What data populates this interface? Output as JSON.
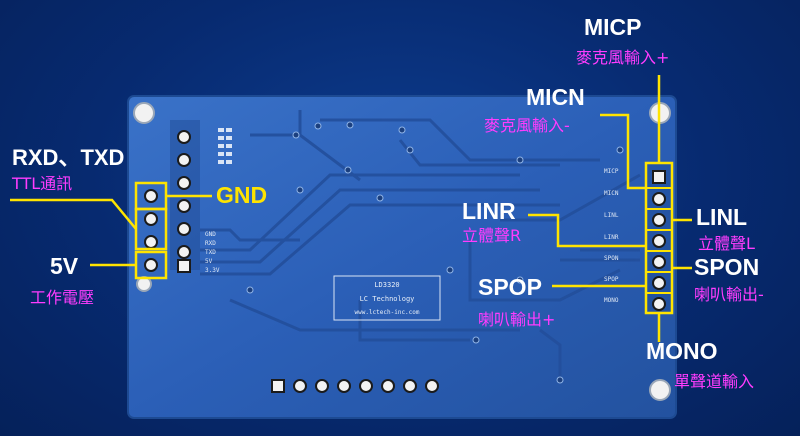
{
  "colors": {
    "background": "#072a70",
    "board": "#2b5fb7",
    "leader_line": "#ffe400",
    "label_primary": "#ffffff",
    "label_secondary": "#ff3cff"
  },
  "labels": {
    "micp": {
      "title": "MICP",
      "desc": "麥克風輸入+"
    },
    "micn": {
      "title": "MICN",
      "desc": "麥克風輸入-"
    },
    "rxd_txd": {
      "title": "RXD、TXD",
      "desc": "TTL通訊"
    },
    "gnd": {
      "title": "GND"
    },
    "fivev": {
      "title": "5V",
      "desc": "工作電壓"
    },
    "linr": {
      "title": "LINR",
      "desc": "立體聲R"
    },
    "linl": {
      "title": "LINL",
      "desc": "立體聲L"
    },
    "spon": {
      "title": "SPON",
      "desc": "喇叭輸出-"
    },
    "spop": {
      "title": "SPOP",
      "desc": "喇叭輸出+"
    },
    "mono": {
      "title": "MONO",
      "desc": "單聲道輸入"
    }
  },
  "silkscreen": {
    "left_pins": [
      "GND",
      "RXD",
      "TXD",
      "5V",
      "3.3V"
    ],
    "right_pins": [
      "MICP",
      "MICN",
      "LINL",
      "LINR",
      "SPON",
      "SPOP",
      "MONO"
    ],
    "board_model": "LD3320",
    "board_maker": "LC Technology",
    "board_url": "www.lctech-inc.com"
  },
  "icons": {
    "pin_header_left": "through-hole-pin-icon",
    "pin_header_right": "through-hole-pin-icon",
    "mount_hole": "mounting-hole-icon"
  }
}
